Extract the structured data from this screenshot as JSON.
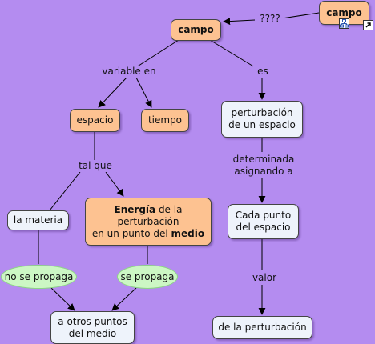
{
  "nodes": {
    "campo_top": "campo",
    "campo": "campo",
    "espacio": "espacio",
    "tiempo": "tiempo",
    "perturbacion_line1": "perturbación",
    "perturbacion_line2": "de un espacio",
    "la_materia": "la materia",
    "energia_bold": "Energía",
    "energia_rest1": " de la",
    "energia_line2": "perturbación",
    "energia_line3_pre": "en un punto del ",
    "energia_line3_bold": "medio",
    "no_se_propaga": "no se propaga",
    "se_propaga": "se propaga",
    "otros_line1": "a otros puntos",
    "otros_line2": "del medio",
    "cada_line1": "Cada punto",
    "cada_line2": "del espacio",
    "de_la_perturbacion": "de la perturbación"
  },
  "links": {
    "question": "????",
    "variable_en": "variable en",
    "es": "es",
    "tal_que": "tal que",
    "determinada_line1": "determinada",
    "determinada_line2": "asignando a",
    "valor": "valor"
  },
  "icons": [
    "network-icon",
    "shortcut-arrow-icon"
  ],
  "colors": {
    "background": "#b48cf0",
    "concept_orange": "#fdc291",
    "concept_light": "#eef3fb",
    "concept_green": "#ccf7c4",
    "line": "#000000"
  }
}
